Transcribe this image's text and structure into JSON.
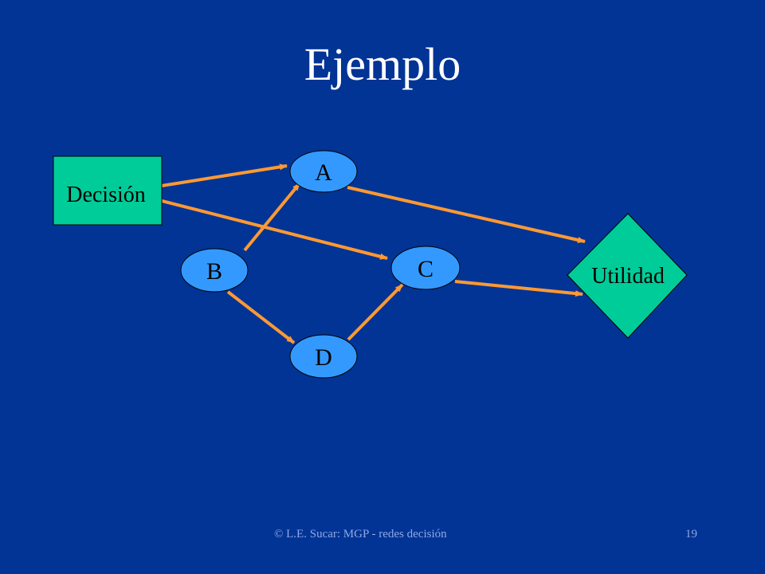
{
  "slide": {
    "title": "Ejemplo",
    "footer": "© L.E. Sucar: MGP - redes decisión",
    "page_number": "19"
  },
  "colors": {
    "background": "#013495",
    "node_fill": "#3399ff",
    "decision_fill": "#00cc99",
    "utility_fill": "#00cc99",
    "arrow": "#ff9933"
  },
  "nodes": {
    "decision": "Decisión",
    "a": "A",
    "b": "B",
    "c": "C",
    "d": "D",
    "utility": "Utilidad"
  }
}
